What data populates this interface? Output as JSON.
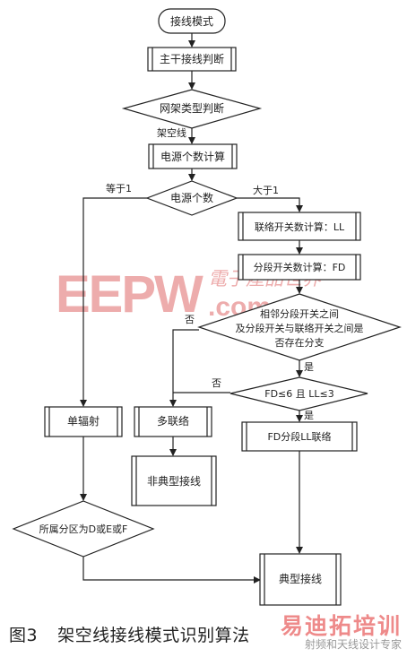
{
  "nodes": {
    "start": "接线模式",
    "trunk": "主干接线判断",
    "grid_type": "网架类型判断",
    "power_count_calc": "电源个数计算",
    "power_count": "电源个数",
    "tie_switch": "联络开关数计算：LL",
    "section_switch": "分段开关数计算：FD",
    "branch_q1": "相邻分段开关之间",
    "branch_q2": "及分段开关与联络开关之间是",
    "branch_q3": "否存在分支",
    "fd_ll_cond": "FD≤6 且 LL≤3",
    "single_radial": "单辐射",
    "multi_tie": "多联络",
    "atypical": "非典型接线",
    "fd_ll_tie": "FD分段LL联络",
    "zone_check": "所属分区为D或E或F",
    "typical": "典型接线"
  },
  "edge_labels": {
    "overhead": "架空线",
    "equal_one": "等于1",
    "greater_one": "大于1",
    "no_1": "否",
    "yes_1": "是",
    "no_2": "否",
    "yes_2": "是"
  },
  "watermark": {
    "logo": "EEPW",
    "cn": "電子產品世界",
    "url": ".com.cn"
  },
  "caption": {
    "fig": "图3",
    "title": "架空线接线模式识别算法"
  },
  "brand": {
    "name": "易迪拓培训",
    "tagline": "射频和天线设计专家"
  },
  "colors": {
    "line": "#222222",
    "watermark": "#e06a6a",
    "brand": "#ee8a8a"
  }
}
